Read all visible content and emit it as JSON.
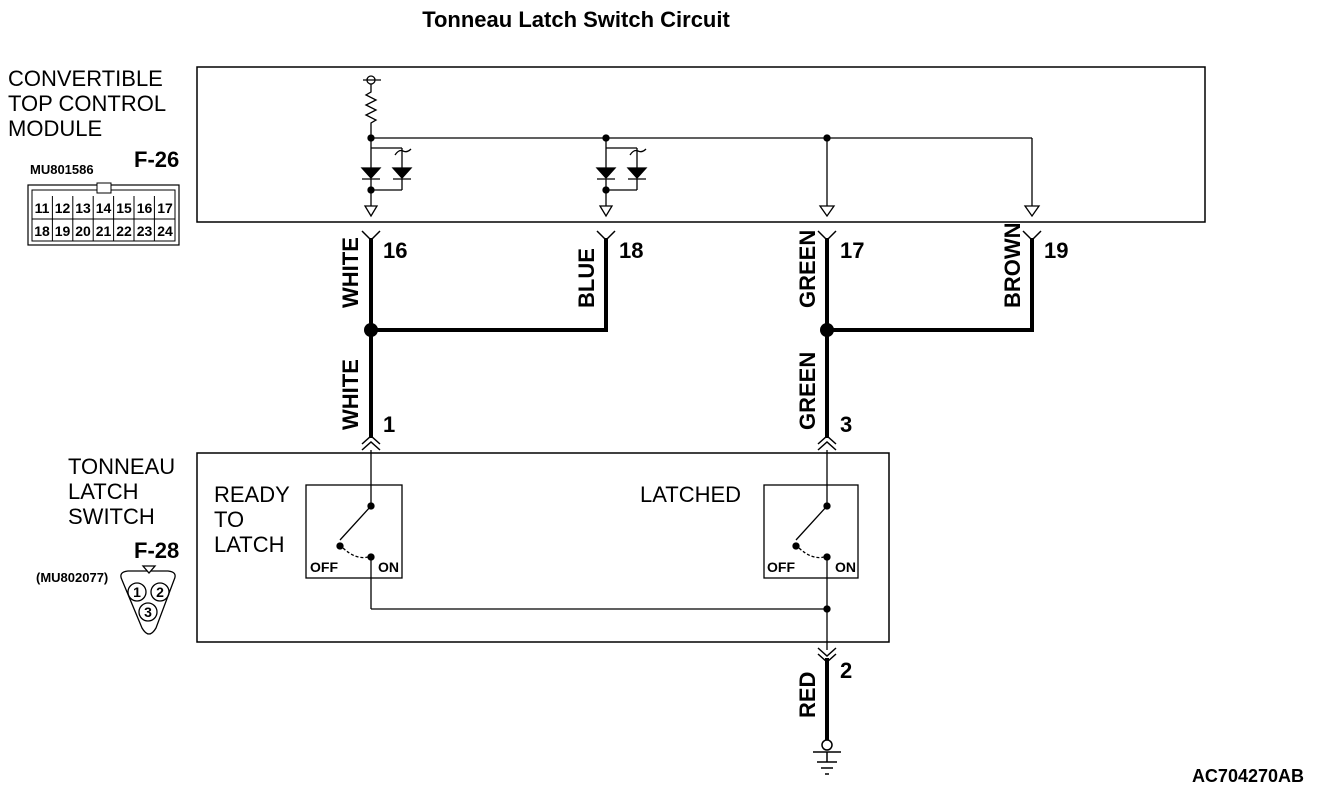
{
  "diagram": {
    "title": "Tonneau Latch Switch Circuit",
    "reference_code": "AC704270AB"
  },
  "module": {
    "name_lines": [
      "CONVERTIBLE",
      "TOP CONTROL",
      "MODULE"
    ],
    "connector_id": "F-26",
    "connector_part": "MU801586",
    "connector_pins_row1": [
      "11",
      "12",
      "13",
      "14",
      "15",
      "16",
      "17"
    ],
    "connector_pins_row2": [
      "18",
      "19",
      "20",
      "21",
      "22",
      "23",
      "24"
    ]
  },
  "switch_assembly": {
    "name_lines": [
      "TONNEAU",
      "LATCH",
      "SWITCH"
    ],
    "connector_id": "F-28",
    "connector_part": "(MU802077)",
    "connector_pins": [
      "1",
      "2",
      "3"
    ],
    "ready_switch_label_lines": [
      "READY",
      "TO",
      "LATCH"
    ],
    "latched_switch_label": "LATCHED",
    "off_label": "OFF",
    "on_label": "ON"
  },
  "wires": {
    "white_upper": "WHITE",
    "blue": "BLUE",
    "green_upper": "GREEN",
    "brown": "BROWN",
    "white_lower": "WHITE",
    "green_lower": "GREEN",
    "red": "RED"
  },
  "pins": {
    "p16": "16",
    "p18": "18",
    "p17": "17",
    "p19": "19",
    "p1": "1",
    "p3": "3",
    "p2": "2"
  }
}
